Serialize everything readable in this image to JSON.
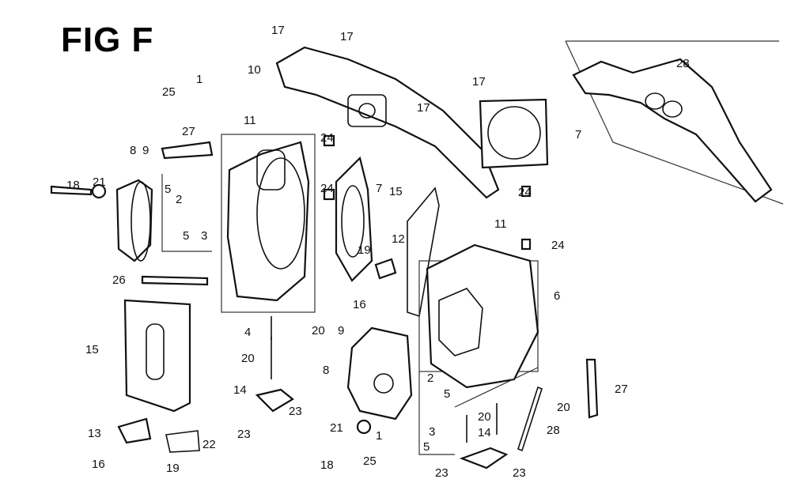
{
  "figure": {
    "title": "FIG F",
    "callouts": [
      "17",
      "17",
      "10",
      "28",
      "1",
      "25",
      "17",
      "17",
      "11",
      "7",
      "24",
      "27",
      "8",
      "9",
      "18",
      "21",
      "5",
      "2",
      "5",
      "3",
      "24",
      "7",
      "15",
      "24",
      "11",
      "12",
      "19",
      "24",
      "26",
      "6",
      "16",
      "4",
      "20",
      "15",
      "9",
      "20",
      "8",
      "27",
      "14",
      "2",
      "5",
      "20",
      "20",
      "23",
      "21",
      "13",
      "28",
      "3",
      "14",
      "1",
      "5",
      "22",
      "23",
      "16",
      "19",
      "18",
      "25",
      "23",
      "23"
    ]
  }
}
